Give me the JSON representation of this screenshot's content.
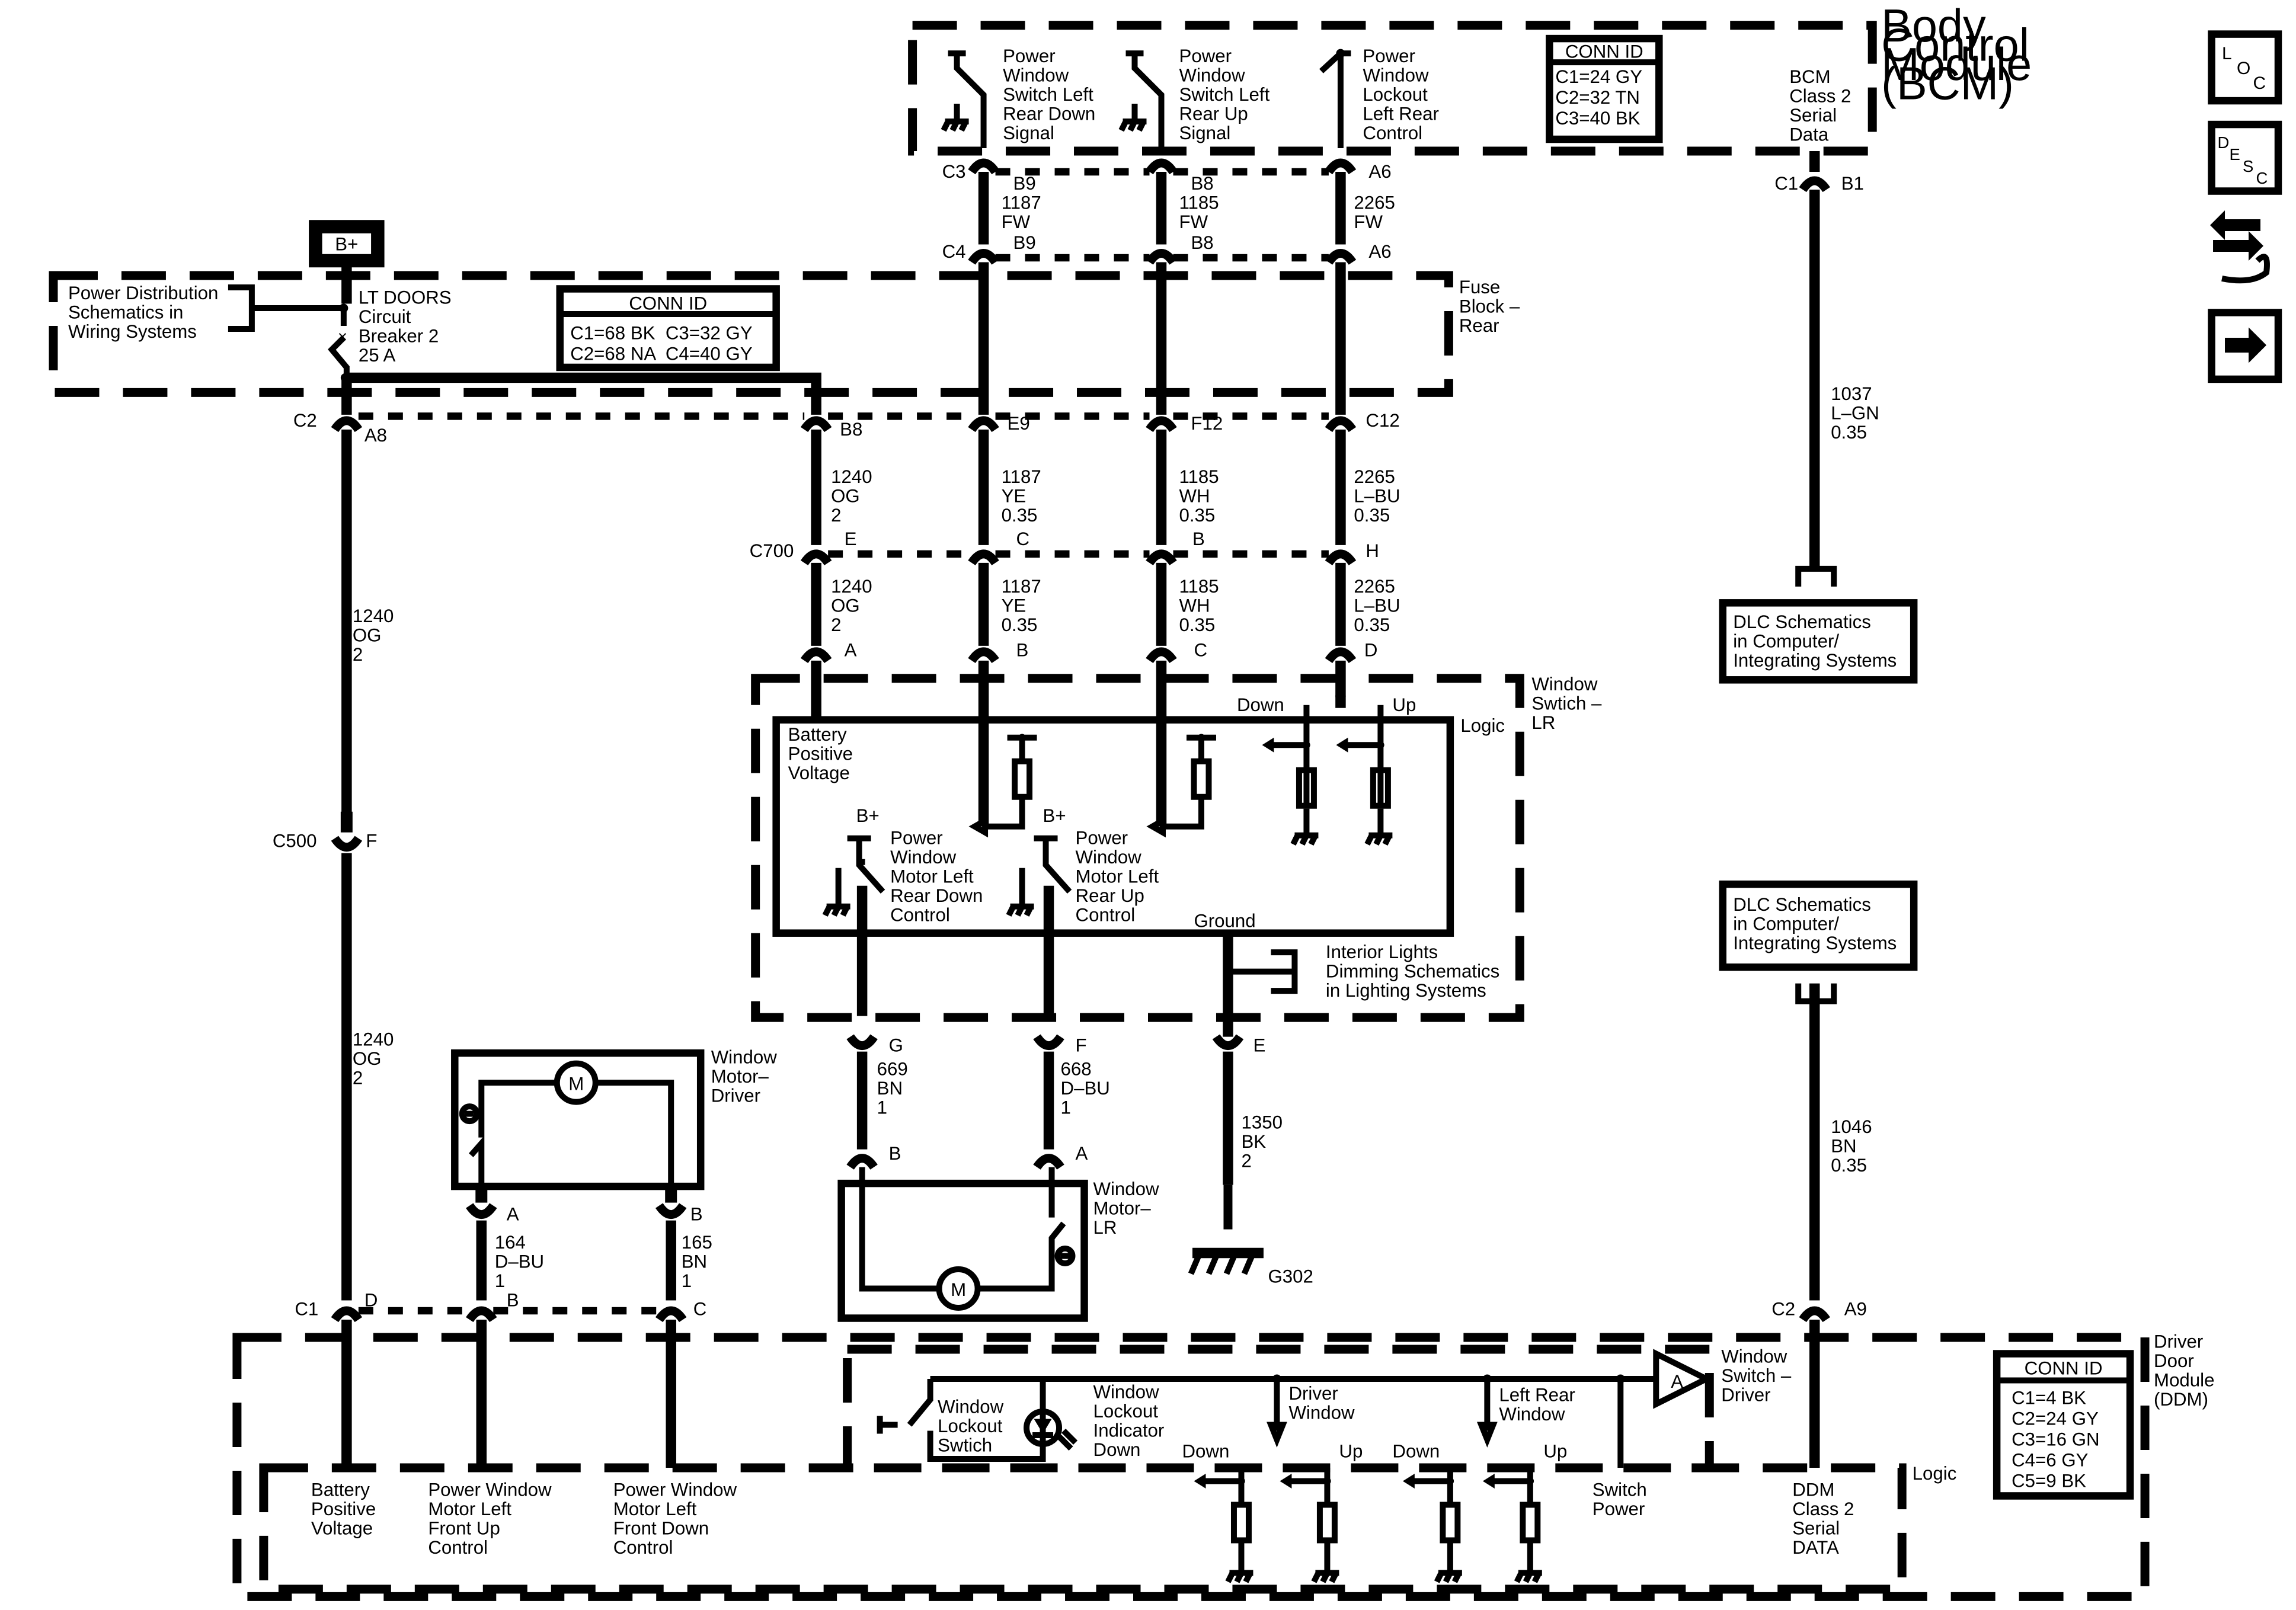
{
  "modules": {
    "bcm": {
      "title": [
        "Body",
        "Control",
        "Module",
        "(BCM)"
      ],
      "serial": [
        "BCM",
        "Class 2",
        "Serial",
        "Data"
      ],
      "conn_id": {
        "title": "CONN ID",
        "lines": [
          "C1=24 GY",
          "C2=32 TN",
          "C3=40 BK"
        ]
      },
      "circuits": [
        {
          "label": [
            "Power",
            "Window",
            "Switch Left",
            "Rear Down",
            "Signal"
          ]
        },
        {
          "label": [
            "Power",
            "Window",
            "Switch Left",
            "Rear Up",
            "Signal"
          ]
        },
        {
          "label": [
            "Power",
            "Window",
            "Lockout",
            "Left Rear",
            "Control"
          ]
        }
      ]
    },
    "fuse_block": {
      "title": [
        "Fuse",
        "Block –",
        "Rear"
      ],
      "breaker": [
        "LT DOORS",
        "Circuit",
        "Breaker 2",
        "25 A"
      ],
      "ref": [
        "Power Distribution",
        "Schematics in",
        "Wiring Systems"
      ],
      "conn_id": {
        "title": "CONN ID",
        "lines": [
          "C1=68 BK  C3=32 GY",
          "C2=68 NA  C4=40 GY"
        ]
      }
    },
    "window_switch_lr": {
      "title": [
        "Window",
        "Swtich –",
        "LR"
      ],
      "logic": "Logic",
      "battery": [
        "Battery",
        "Positive",
        "Voltage"
      ],
      "down_ctrl": [
        "Power",
        "Window",
        "Motor Left",
        "Rear Down",
        "Control"
      ],
      "up_ctrl": [
        "Power",
        "Window",
        "Motor Left",
        "Rear Up",
        "Control"
      ],
      "ground": "Ground",
      "down": "Down",
      "up": "Up",
      "bplus": "B+",
      "ref": [
        "Interior Lights",
        "Dimming Schematics",
        "in Lighting Systems"
      ]
    },
    "ddm": {
      "title": [
        "Driver",
        "Door",
        "Module",
        "(DDM)"
      ],
      "logic": "Logic",
      "conn_id": {
        "title": "CONN ID",
        "lines": [
          "C1=4 BK",
          "C2=24 GY",
          "C3=16 GN",
          "C4=6 GY",
          "C5=9 BK"
        ]
      },
      "window_switch": [
        "Window",
        "Switch –",
        "Driver"
      ],
      "lockout_switch": [
        "Window",
        "Lockout",
        "Swtich"
      ],
      "lockout_indicator": [
        "Window",
        "Lockout",
        "Indicator",
        "Down"
      ],
      "driver_window": [
        "Driver",
        "Window"
      ],
      "left_rear_window": [
        "Left Rear",
        "Window"
      ],
      "battery": [
        "Battery",
        "Positive",
        "Voltage"
      ],
      "front_up": [
        "Power Window",
        "Motor Left",
        "Front Up",
        "Control"
      ],
      "front_down": [
        "Power Window",
        "Motor Left",
        "Front Down",
        "Control"
      ],
      "switch_power": [
        "Switch",
        "Power"
      ],
      "serial": [
        "DDM",
        "Class 2",
        "Serial",
        "DATA"
      ],
      "down": "Down",
      "up": "Up",
      "amp": "A"
    },
    "motor_driver": {
      "title": [
        "Window",
        "Motor–",
        "Driver"
      ],
      "m": "M"
    },
    "motor_lr": {
      "title": [
        "Window",
        "Motor–",
        "LR"
      ],
      "m": "M"
    }
  },
  "battery_label": "B+",
  "dlc_ref": [
    "DLC Schematics",
    "in Computer/",
    "Integrating Systems"
  ],
  "ground_label": "G302",
  "connectors": {
    "c3": "C3",
    "c4": "C4",
    "c1_bcm": "C1",
    "b1": "B1",
    "c2_fb": "C2",
    "a8": "A8",
    "b9a": "B9",
    "b8a": "B8",
    "a6a": "A6",
    "b9b": "B9",
    "b8b": "B8",
    "a6b": "A6",
    "b8_fb": "B8",
    "e9": "E9",
    "f12": "F12",
    "c12": "C12",
    "c700": "C700",
    "e": "E",
    "c": "C",
    "b": "B",
    "h": "H",
    "sw_a": "A",
    "sw_b": "B",
    "sw_c": "C",
    "sw_d": "D",
    "c500": "C500",
    "f500": "F",
    "g": "G",
    "f": "F",
    "e_gnd": "E",
    "mlr_b": "B",
    "mlr_a": "A",
    "md_a": "A",
    "md_b": "B",
    "c1_ddm": "C1",
    "d_ddm": "D",
    "b_ddm": "B",
    "c_ddm": "C",
    "c2_ddm": "C2",
    "a9": "A9"
  },
  "wires": {
    "w1187_fw": [
      "1187",
      "FW"
    ],
    "w1185_fw": [
      "1185",
      "FW"
    ],
    "w2265_fw": [
      "2265",
      "FW"
    ],
    "w1240_a": [
      "1240",
      "OG",
      "2"
    ],
    "w1187_a": [
      "1187",
      "YE",
      "0.35"
    ],
    "w1185_a": [
      "1185",
      "WH",
      "0.35"
    ],
    "w2265_a": [
      "2265",
      "L–BU",
      "0.35"
    ],
    "w1240_b": [
      "1240",
      "OG",
      "2"
    ],
    "w1187_b": [
      "1187",
      "YE",
      "0.35"
    ],
    "w1185_b": [
      "1185",
      "WH",
      "0.35"
    ],
    "w2265_b": [
      "2265",
      "L–BU",
      "0.35"
    ],
    "w1240_main1": [
      "1240",
      "OG",
      "2"
    ],
    "w1240_main2": [
      "1240",
      "OG",
      "2"
    ],
    "w1037": [
      "1037",
      "L–GN",
      "0.35"
    ],
    "w1046": [
      "1046",
      "BN",
      "0.35"
    ],
    "w669": [
      "669",
      "BN",
      "1"
    ],
    "w668": [
      "668",
      "D–BU",
      "1"
    ],
    "w1350": [
      "1350",
      "BK",
      "2"
    ],
    "w164": [
      "164",
      "D–BU",
      "1"
    ],
    "w165": [
      "165",
      "BN",
      "1"
    ]
  },
  "side_icons": {
    "loc": [
      "L",
      "O",
      "C"
    ],
    "desc": [
      "D",
      "E",
      "S",
      "C"
    ],
    "tools": "tools-icon",
    "next": "arrow-right-icon"
  }
}
